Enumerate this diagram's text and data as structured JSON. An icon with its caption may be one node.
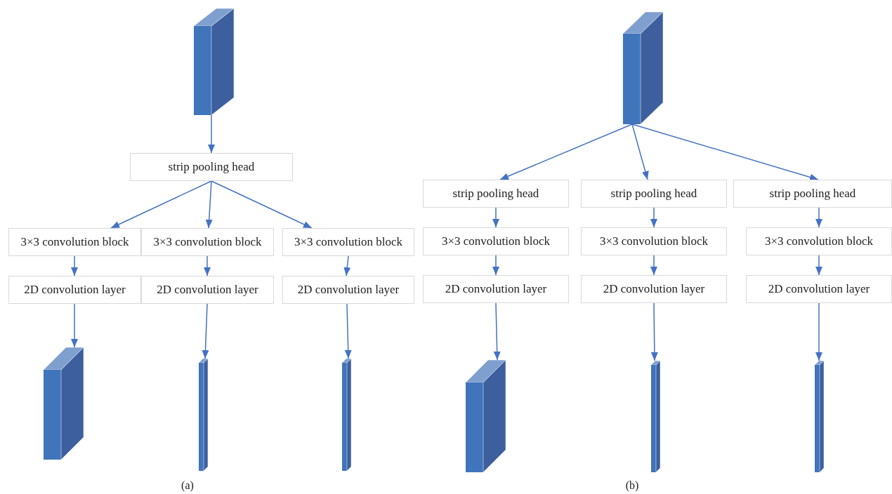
{
  "diagram": {
    "nodes": [
      {
        "text": [],
        "shape": "box"
      },
      {
        "text": [
          "strip pooling head"
        ]
      },
      {
        "text": [
          "3×3 convolution block"
        ]
      },
      {
        "text": [
          "3×3 convolution block"
        ]
      },
      {
        "text": [
          "3×3 convolution block"
        ]
      },
      {
        "text": [
          "2D convolution layer"
        ]
      },
      {
        "text": [
          "2D convolution layer"
        ]
      },
      {
        "text": [
          "2D convolution layer"
        ]
      },
      {
        "text": [],
        "shape": "box"
      },
      {
        "text": [],
        "shape": "box"
      },
      {
        "text": [],
        "shape": "box"
      },
      {
        "text": [],
        "shape": "box"
      },
      {
        "text": [
          "strip pooling head"
        ]
      },
      {
        "text": [
          "strip pooling head"
        ]
      },
      {
        "text": [
          "strip pooling head"
        ]
      },
      {
        "text": [
          "3×3 convolution block"
        ]
      },
      {
        "text": [
          "3×3 convolution block"
        ]
      },
      {
        "text": [
          "3×3 convolution block"
        ]
      },
      {
        "text": [
          "2D convolution layer"
        ]
      },
      {
        "text": [
          "2D convolution layer"
        ]
      },
      {
        "text": [
          "2D convolution layer"
        ]
      },
      {
        "text": [],
        "shape": "box"
      },
      {
        "text": [],
        "shape": "box"
      },
      {
        "text": [],
        "shape": "box"
      }
    ],
    "edges": [
      {
        "from": 0,
        "to": 1,
        "arrow": "to"
      },
      {
        "from": 1,
        "to": 2,
        "arrow": "to"
      },
      {
        "from": 1,
        "to": 3,
        "arrow": "to"
      },
      {
        "from": 1,
        "to": 4,
        "arrow": "to"
      },
      {
        "from": 2,
        "to": 5,
        "arrow": "to"
      },
      {
        "from": 3,
        "to": 6,
        "arrow": "to"
      },
      {
        "from": 4,
        "to": 7,
        "arrow": "to"
      },
      {
        "from": 5,
        "to": 8,
        "arrow": "to"
      },
      {
        "from": 6,
        "to": 9,
        "arrow": "to"
      },
      {
        "from": 7,
        "to": 10,
        "arrow": "to"
      },
      {
        "from": 11,
        "to": 12,
        "arrow": "to"
      },
      {
        "from": 11,
        "to": 13,
        "arrow": "to"
      },
      {
        "from": 11,
        "to": 14,
        "arrow": "to"
      },
      {
        "from": 12,
        "to": 15,
        "arrow": "to"
      },
      {
        "from": 13,
        "to": 16,
        "arrow": "to"
      },
      {
        "from": 14,
        "to": 17,
        "arrow": "to"
      },
      {
        "from": 15,
        "to": 18,
        "arrow": "to"
      },
      {
        "from": 16,
        "to": 19,
        "arrow": "to"
      },
      {
        "from": 17,
        "to": 20,
        "arrow": "to"
      },
      {
        "from": 18,
        "to": 21,
        "arrow": "to"
      },
      {
        "from": 19,
        "to": 22,
        "arrow": "to"
      },
      {
        "from": 20,
        "to": 23,
        "arrow": "to"
      }
    ],
    "labels": [
      "(a)",
      "(b)"
    ]
  }
}
